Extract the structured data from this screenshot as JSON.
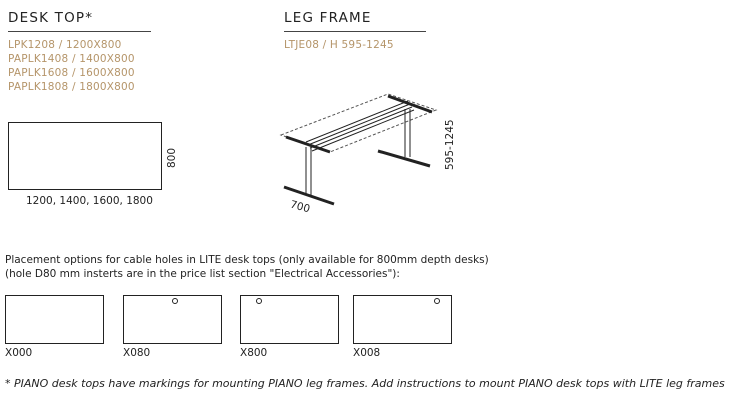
{
  "desk_top": {
    "title": "DESK TOP*",
    "models": [
      "LPK1208 / 1200X800",
      "PAPLK1408 / 1400X800",
      "PAPLK1608 / 1600X800",
      "PAPLK1808 / 1800X800"
    ],
    "depth_label": "800",
    "width_label": "1200, 1400, 1600, 1800"
  },
  "leg_frame": {
    "title": "LEG FRAME",
    "model": "LTJE08 / H 595-1245",
    "depth_label": "700",
    "height_label": "595-1245"
  },
  "placement": {
    "line1": "Placement options for cable holes in LITE desk tops (only available for 800mm depth desks)",
    "line2": "(hole D80 mm insterts are in the price list section \"Electrical Accessories\"):",
    "options": [
      "X000",
      "X080",
      "X800",
      "X008"
    ]
  },
  "footnote": "* PIANO desk tops have markings for mounting PIANO leg frames. Add instructions to mount PIANO desk tops with LITE leg frames",
  "colors": {
    "accent": "#b5956a"
  }
}
